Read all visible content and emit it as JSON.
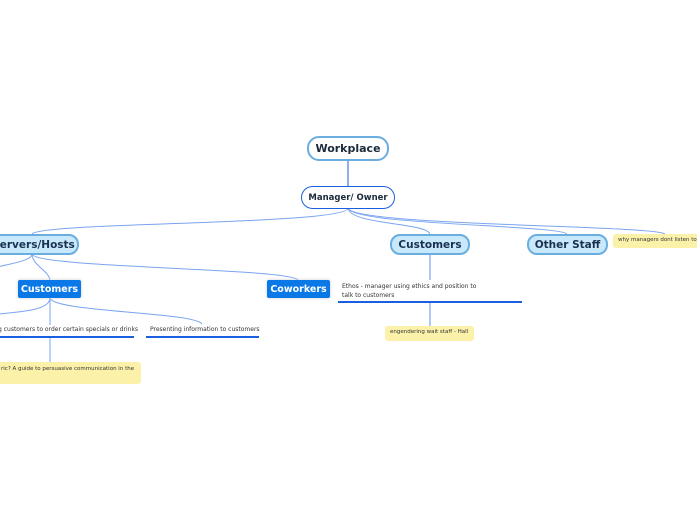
{
  "root": "Workplace",
  "manager": "Manager/ Owner",
  "branches": {
    "servers": "Servers/Hosts",
    "customers": "Customers",
    "other_staff": "Other Staff"
  },
  "servers_children": {
    "customers": "Customers",
    "coworkers": "Coworkers"
  },
  "servers_customers_children": [
    "g customers to order certain specials or drinks",
    "Presenting information to customers"
  ],
  "notes": {
    "persuasive": "ric? A guide to persuasive communication in the",
    "managers": "why managers dont listen to",
    "hall": "engendering wait staff - Hall"
  },
  "ethos": "Ethos - manager using ethics and position to talk to customers",
  "colors": {
    "line": "#7aa4f0",
    "accent": "#0a78e6",
    "note": "#fbf1a9"
  }
}
